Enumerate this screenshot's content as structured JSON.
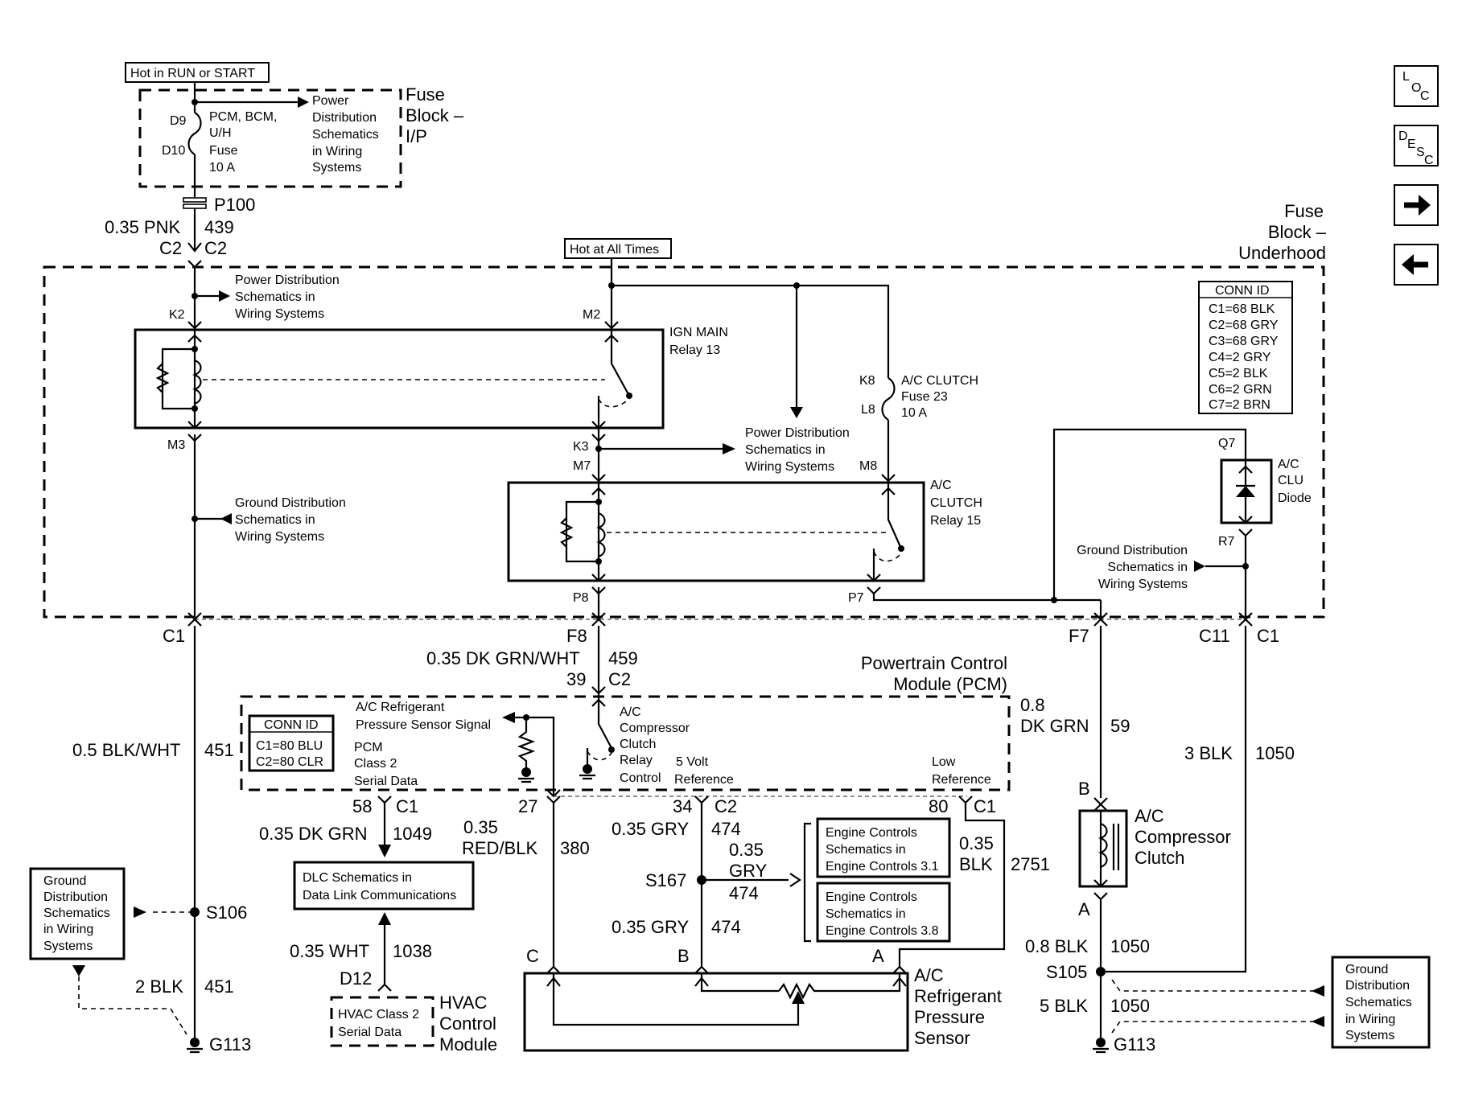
{
  "nav": {
    "loc": {
      "big": "L",
      "sub1": "O",
      "sub2": "C"
    },
    "desc": {
      "big": "D",
      "sub1": "E",
      "sub2": "S",
      "sub3": "C"
    },
    "next_glyph": "→",
    "prev_glyph": "←"
  },
  "labels": {
    "hot_run_start": "Hot in RUN or START",
    "hot_all_times": "Hot at All Times",
    "fuse_block_ip": [
      "Fuse",
      "Block –",
      "I/P"
    ],
    "fuse_block_underhood": [
      "Fuse",
      "Block –",
      "Underhood"
    ],
    "pwr_dist_1": [
      "Power",
      "Distribution",
      "Schematics",
      "in Wiring",
      "Systems"
    ],
    "pcm_fuse": [
      "PCM, BCM,",
      "U/H",
      "Fuse",
      "10 A"
    ],
    "d9": "D9",
    "d10": "D10",
    "p100": "P100",
    "wire_439": {
      "gauge": "0.35 PNK",
      "circuit": "439"
    },
    "c2_left": "C2",
    "c2_right": "C2",
    "pwr_dist_2": [
      "Power Distribution",
      "Schematics in",
      "Wiring Systems"
    ],
    "k2": "K2",
    "m2": "M2",
    "ign_main": [
      "IGN MAIN",
      "Relay 13"
    ],
    "m3": "M3",
    "k3": "K3",
    "m7": "M7",
    "m8": "M8",
    "k8": "K8",
    "l8": "L8",
    "ac_clutch_fuse": [
      "A/C CLUTCH",
      "Fuse 23",
      "10 A"
    ],
    "pwr_dist_3": [
      "Power Distribution",
      "Schematics in",
      "Wiring Systems"
    ],
    "gnd_dist_1": [
      "Ground Distribution",
      "Schematics in",
      "Wiring Systems"
    ],
    "ac_clutch_relay": [
      "A/C",
      "CLUTCH",
      "Relay 15"
    ],
    "p8": "P8",
    "p7": "P7",
    "q7": "Q7",
    "r7": "R7",
    "ac_clu_diode": [
      "A/C",
      "CLU",
      "Diode"
    ],
    "gnd_dist_2": [
      "Ground Distribution",
      "Schematics in",
      "Wiring Systems"
    ],
    "conn_id_fuse": {
      "title": "CONN ID",
      "rows": [
        "C1=68 BLK",
        "C2=68 GRY",
        "C3=68 GRY",
        "C4=2 GRY",
        "C5=2 BLK",
        "C6=2 GRN",
        "C7=2 BRN"
      ]
    },
    "c1_a": "C1",
    "f8": "F8",
    "f7": "F7",
    "c11": "C11",
    "c1_b": "C1",
    "wire_459": {
      "gauge": "0.35 DK GRN/WHT",
      "circuit": "459"
    },
    "pcm_39": "39",
    "pcm_c2_top": "C2",
    "pcm_title": [
      "Powertrain Control",
      "Module (PCM)"
    ],
    "wire_59": {
      "gauge_1": "0.8",
      "gauge_2": "DK GRN",
      "circuit": "59"
    },
    "wire_451": {
      "gauge": "0.5 BLK/WHT",
      "circuit": "451"
    },
    "wire_1050_top": {
      "gauge": "3 BLK",
      "circuit": "1050"
    },
    "conn_id_pcm": {
      "title": "CONN ID",
      "rows": [
        "C1=80 BLU",
        "C2=80 CLR"
      ]
    },
    "ac_ref_signal": [
      "A/C Refrigerant",
      "Pressure Sensor Signal"
    ],
    "pcm_class2": [
      "PCM",
      "Class 2",
      "Serial Data"
    ],
    "ac_comp_relay_ctrl": [
      "A/C",
      "Compressor",
      "Clutch",
      "Relay",
      "Control"
    ],
    "five_volt": [
      "5 Volt",
      "Reference"
    ],
    "low_ref": [
      "Low",
      "Reference"
    ],
    "pin_58": "58",
    "pin_c1_58": "C1",
    "pin_27": "27",
    "pin_34": "34",
    "pin_c2_34": "C2",
    "pin_80": "80",
    "pin_c1_80": "C1",
    "wire_1049": {
      "gauge": "0.35 DK GRN",
      "circuit": "1049"
    },
    "wire_380": {
      "gauge_1": "0.35",
      "gauge_2": "RED/BLK",
      "circuit": "380"
    },
    "wire_474_a": {
      "gauge": "0.35 GRY",
      "circuit": "474"
    },
    "wire_474_b": {
      "gauge_1": "0.35",
      "gauge_2": "GRY",
      "circuit": "474"
    },
    "wire_474_c": {
      "gauge": "0.35 GRY",
      "circuit": "474"
    },
    "wire_2751": {
      "gauge_1": "0.35",
      "gauge_2": "BLK",
      "circuit": "2751"
    },
    "s167": "S167",
    "eng_ctrl_31": [
      "Engine Controls",
      "Schematics in",
      "Engine Controls 3.1"
    ],
    "eng_ctrl_38": [
      "Engine Controls",
      "Schematics in",
      "Engine Controls 3.8"
    ],
    "dlc": [
      "DLC Schematics in",
      "Data Link Communications"
    ],
    "wire_1038": {
      "gauge": "0.35 WHT",
      "circuit": "1038"
    },
    "d12": "D12",
    "hvac_class2": [
      "HVAC Class 2",
      "Serial Data"
    ],
    "hvac_module": [
      "HVAC",
      "Control",
      "Module"
    ],
    "gnd_dist_left": [
      "Ground",
      "Distribution",
      "Schematics",
      "in Wiring",
      "Systems"
    ],
    "s106": "S106",
    "wire_451_b": {
      "gauge": "2 BLK",
      "circuit": "451"
    },
    "g113_left": "G113",
    "pin_c": "C",
    "pin_b": "B",
    "pin_a": "A",
    "ac_ref_sensor": [
      "A/C",
      "Refrigerant",
      "Pressure",
      "Sensor"
    ],
    "clutch_b": "B",
    "clutch_a": "A",
    "ac_comp_clutch": [
      "A/C",
      "Compressor",
      "Clutch"
    ],
    "wire_1050_b": {
      "gauge": "0.8 BLK",
      "circuit": "1050"
    },
    "s105": "S105",
    "wire_1050_c": {
      "gauge": "5 BLK",
      "circuit": "1050"
    },
    "g113_right": "G113",
    "gnd_dist_right": [
      "Ground",
      "Distribution",
      "Schematics",
      "in Wiring",
      "Systems"
    ]
  }
}
